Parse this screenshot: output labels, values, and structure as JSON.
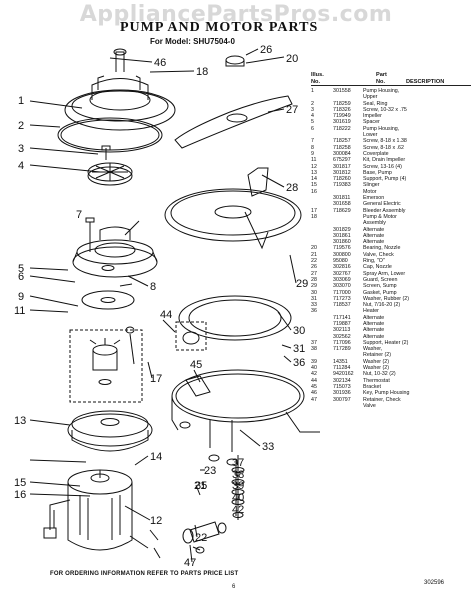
{
  "watermark": "AppliancePartsPros.com",
  "title": "PUMP AND MOTOR PARTS",
  "model": "For Model: SHU7504-0",
  "footer_note": "FOR ORDERING INFORMATION REFER TO PARTS PRICE LIST",
  "page_number": "6",
  "doc_id": "302596",
  "headers": {
    "illus": "Illus.\nNo.",
    "part": "Part\nNo.",
    "desc": "DESCRIPTION"
  },
  "parts": [
    {
      "illus": "1",
      "part": "301558",
      "desc": "Pump Housing,\nUpper"
    },
    {
      "illus": "2",
      "part": "718259",
      "desc": "Seal, Ring"
    },
    {
      "illus": "3",
      "part": "718326",
      "desc": "Screw, 10-32 x .75"
    },
    {
      "illus": "4",
      "part": "719949",
      "desc": "Impeller"
    },
    {
      "illus": "5",
      "part": "301619",
      "desc": "Spacer"
    },
    {
      "illus": "6",
      "part": "718222",
      "desc": "Pump Housing,\nLower"
    },
    {
      "illus": "7",
      "part": "718257",
      "desc": "Screw, 8-18 x 1.38"
    },
    {
      "illus": "8",
      "part": "718258",
      "desc": "Screw, 8-18 x .62"
    },
    {
      "illus": "9",
      "part": "300084",
      "desc": "Coverplate"
    },
    {
      "illus": "11",
      "part": "675297",
      "desc": "Kit, Drain Impeller"
    },
    {
      "illus": "12",
      "part": "301817",
      "desc": "Screw, 13-16 (4)"
    },
    {
      "illus": "13",
      "part": "301812",
      "desc": "Base, Pump"
    },
    {
      "illus": "14",
      "part": "718260",
      "desc": "Support, Pump (4)"
    },
    {
      "illus": "15",
      "part": "719383",
      "desc": "Slinger"
    },
    {
      "illus": "16",
      "part": "",
      "desc": "Motor"
    },
    {
      "illus": "",
      "part": "301811",
      "desc": "Emerson"
    },
    {
      "illus": "",
      "part": "301658",
      "desc": "General Electric"
    },
    {
      "illus": "17",
      "part": "718629",
      "desc": "Bleeder Assembly"
    },
    {
      "illus": "18",
      "part": "",
      "desc": "Pump & Motor\nAssembly"
    },
    {
      "illus": "",
      "part": "301829",
      "desc": "Alternate"
    },
    {
      "illus": "",
      "part": "301861",
      "desc": "Alternate"
    },
    {
      "illus": "",
      "part": "301860",
      "desc": "Alternate"
    },
    {
      "illus": "20",
      "part": "719576",
      "desc": "Bearing, Nozzle"
    },
    {
      "illus": "21",
      "part": "300800",
      "desc": "Valve, Check"
    },
    {
      "illus": "22",
      "part": "95080",
      "desc": "Ring, \"O\""
    },
    {
      "illus": "26",
      "part": "302816",
      "desc": "Cap, Nozzle"
    },
    {
      "illus": "27",
      "part": "302767",
      "desc": "Spray Arm, Lower"
    },
    {
      "illus": "28",
      "part": "303069",
      "desc": "Guard, Screen"
    },
    {
      "illus": "29",
      "part": "303070",
      "desc": "Screen, Sump"
    },
    {
      "illus": "30",
      "part": "717000",
      "desc": "Gasket, Pump"
    },
    {
      "illus": "31",
      "part": "717273",
      "desc": "Washer, Rubber (2)"
    },
    {
      "illus": "33",
      "part": "718537",
      "desc": "Nut, 7/16-20 (2)"
    },
    {
      "illus": "36",
      "part": "",
      "desc": "Heater"
    },
    {
      "illus": "",
      "part": "717141",
      "desc": "Alternate"
    },
    {
      "illus": "",
      "part": "719887",
      "desc": "Alternate"
    },
    {
      "illus": "",
      "part": "302113",
      "desc": "Alternate"
    },
    {
      "illus": "",
      "part": "302562",
      "desc": "Alternate"
    },
    {
      "illus": "37",
      "part": "717096",
      "desc": "Support, Heater (2)"
    },
    {
      "illus": "38",
      "part": "717289",
      "desc": "Washer,\nRetainer (2)"
    },
    {
      "illus": "39",
      "part": "14351",
      "desc": "Washer (2)"
    },
    {
      "illus": "40",
      "part": "711284",
      "desc": "Washer (2)"
    },
    {
      "illus": "42",
      "part": "9420162",
      "desc": "Nut, 10-32 (2)"
    },
    {
      "illus": "44",
      "part": "302134",
      "desc": "Thermostat"
    },
    {
      "illus": "45",
      "part": "715073",
      "desc": "Bracket"
    },
    {
      "illus": "46",
      "part": "301936",
      "desc": "Key, Pump Housing"
    },
    {
      "illus": "47",
      "part": "300797",
      "desc": "Retainer, Check\nValve"
    }
  ],
  "callouts": [
    "1",
    "2",
    "3",
    "4",
    "5",
    "6",
    "7",
    "8",
    "9",
    "11",
    "12",
    "13",
    "14",
    "15",
    "16",
    "17",
    "18",
    "20",
    "21",
    "22",
    "23",
    "26",
    "27",
    "28",
    "29",
    "30",
    "31",
    "33",
    "35",
    "36",
    "37",
    "38",
    "39",
    "40",
    "42",
    "44",
    "45",
    "46",
    "47"
  ]
}
